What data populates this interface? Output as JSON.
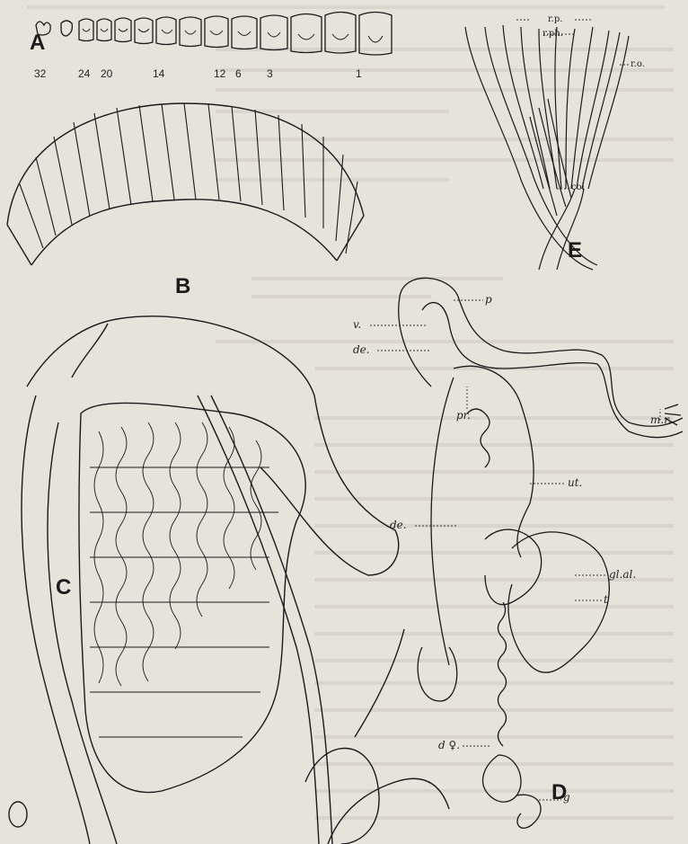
{
  "figures": {
    "A": {
      "label": "A",
      "tooth_numbers": [
        "32",
        "24",
        "20",
        "14",
        "12",
        "6",
        "3",
        "1"
      ]
    },
    "B": {
      "label": "B"
    },
    "C": {
      "label": "C"
    },
    "D": {
      "label": "D",
      "annotations": {
        "p": "p",
        "v": "v.",
        "de": "de.",
        "pr": "pr.",
        "mr": "m.r.",
        "ut": "ut.",
        "de2": "de.",
        "glal": "gl.al.",
        "t": "t",
        "dq": "d ♀.",
        "g": "g"
      }
    },
    "E": {
      "label": "E",
      "annotations": {
        "rp": "r.p.",
        "rph": "r.ph.",
        "ro": "r.o.",
        "col": "col"
      }
    }
  },
  "colors": {
    "paper": "#e6e3db",
    "ink": "#1a1a1a",
    "bleed": "#b9b5ac"
  }
}
